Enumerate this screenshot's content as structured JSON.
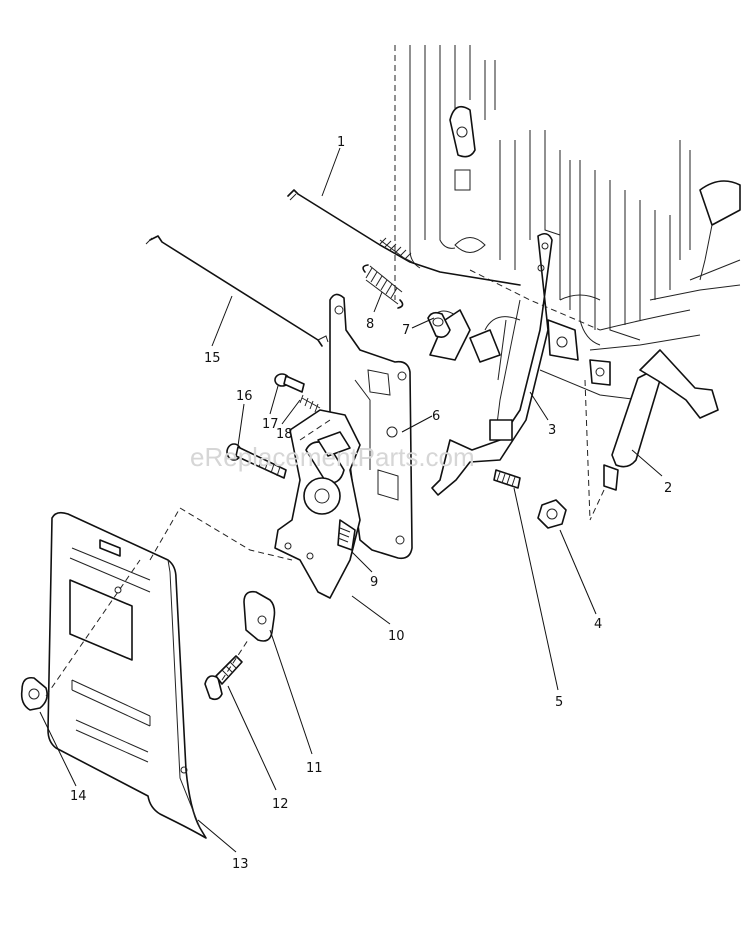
{
  "watermark": "eReplacementParts.com",
  "parts": [
    {
      "id": "1",
      "label": "1"
    },
    {
      "id": "2",
      "label": "2"
    },
    {
      "id": "3",
      "label": "3"
    },
    {
      "id": "4",
      "label": "4"
    },
    {
      "id": "5",
      "label": "5"
    },
    {
      "id": "6",
      "label": "6"
    },
    {
      "id": "7",
      "label": "7"
    },
    {
      "id": "8",
      "label": "8"
    },
    {
      "id": "9",
      "label": "9"
    },
    {
      "id": "10",
      "label": "10"
    },
    {
      "id": "11",
      "label": "11"
    },
    {
      "id": "12",
      "label": "12"
    },
    {
      "id": "13",
      "label": "13"
    },
    {
      "id": "14",
      "label": "14"
    },
    {
      "id": "15",
      "label": "15"
    },
    {
      "id": "16",
      "label": "16"
    },
    {
      "id": "17",
      "label": "17"
    },
    {
      "id": "18",
      "label": "18"
    }
  ]
}
